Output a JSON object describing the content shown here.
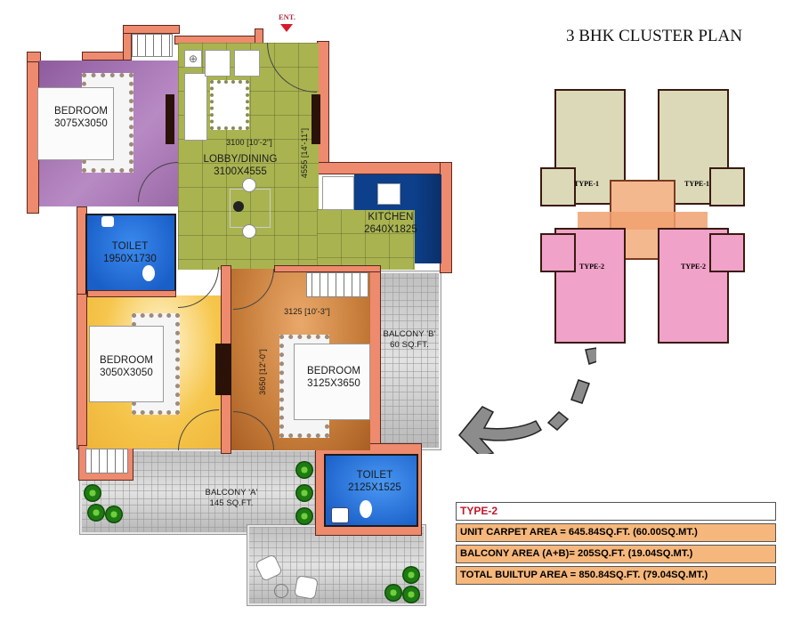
{
  "title": "3 BHK CLUSTER PLAN",
  "entrance_label": "ENT.",
  "rooms": {
    "bedroom1": {
      "name": "BEDROOM",
      "size": "3075X3050",
      "color": "#9a6aa6"
    },
    "lobby": {
      "name": "LOBBY/DINING",
      "size": "3100X4555",
      "color": "#a7b04a",
      "dim_width": "3100 [10'-2\"]",
      "dim_height": "4555 [14'-11\"]"
    },
    "kitchen": {
      "name": "KITCHEN",
      "size": "2640X1825",
      "counter_color": "#0d3f8a"
    },
    "toilet1": {
      "name": "TOILET",
      "size": "1950X1730",
      "color": "#1f6fd6"
    },
    "bedroom2": {
      "name": "BEDROOM",
      "size": "3050X3050",
      "color": "#f4c046"
    },
    "bedroom3": {
      "name": "BEDROOM",
      "size": "3125X3650",
      "color": "#c77d3a",
      "dim_width": "3125 [10'-3\"]",
      "dim_height": "3650 [12'-0\"]"
    },
    "balcony_b": {
      "name": "BALCONY 'B'",
      "area": "60 SQ.FT."
    },
    "toilet2": {
      "name": "TOILET",
      "size": "2125X1525"
    },
    "balcony_a": {
      "name": "BALCONY 'A'",
      "area": "145 SQ.FT."
    }
  },
  "cluster": {
    "type1_label": "TYPE-1",
    "type2_label": "TYPE-2",
    "type1_color": "#dcd9b8",
    "type2_color": "#f0a2c8",
    "core_color": "#f3b88e"
  },
  "area_table": {
    "type": "TYPE-2",
    "rows": [
      "UNIT CARPET AREA = 645.84SQ.FT. (60.00SQ.MT.)",
      "BALCONY AREA (A+B)= 205SQ.FT. (19.04SQ.MT.)",
      "TOTAL BUILTUP AREA = 850.84SQ.FT. (79.04SQ.MT.)"
    ],
    "row_color": "#f6b77c",
    "type_color": "#c0182a"
  }
}
